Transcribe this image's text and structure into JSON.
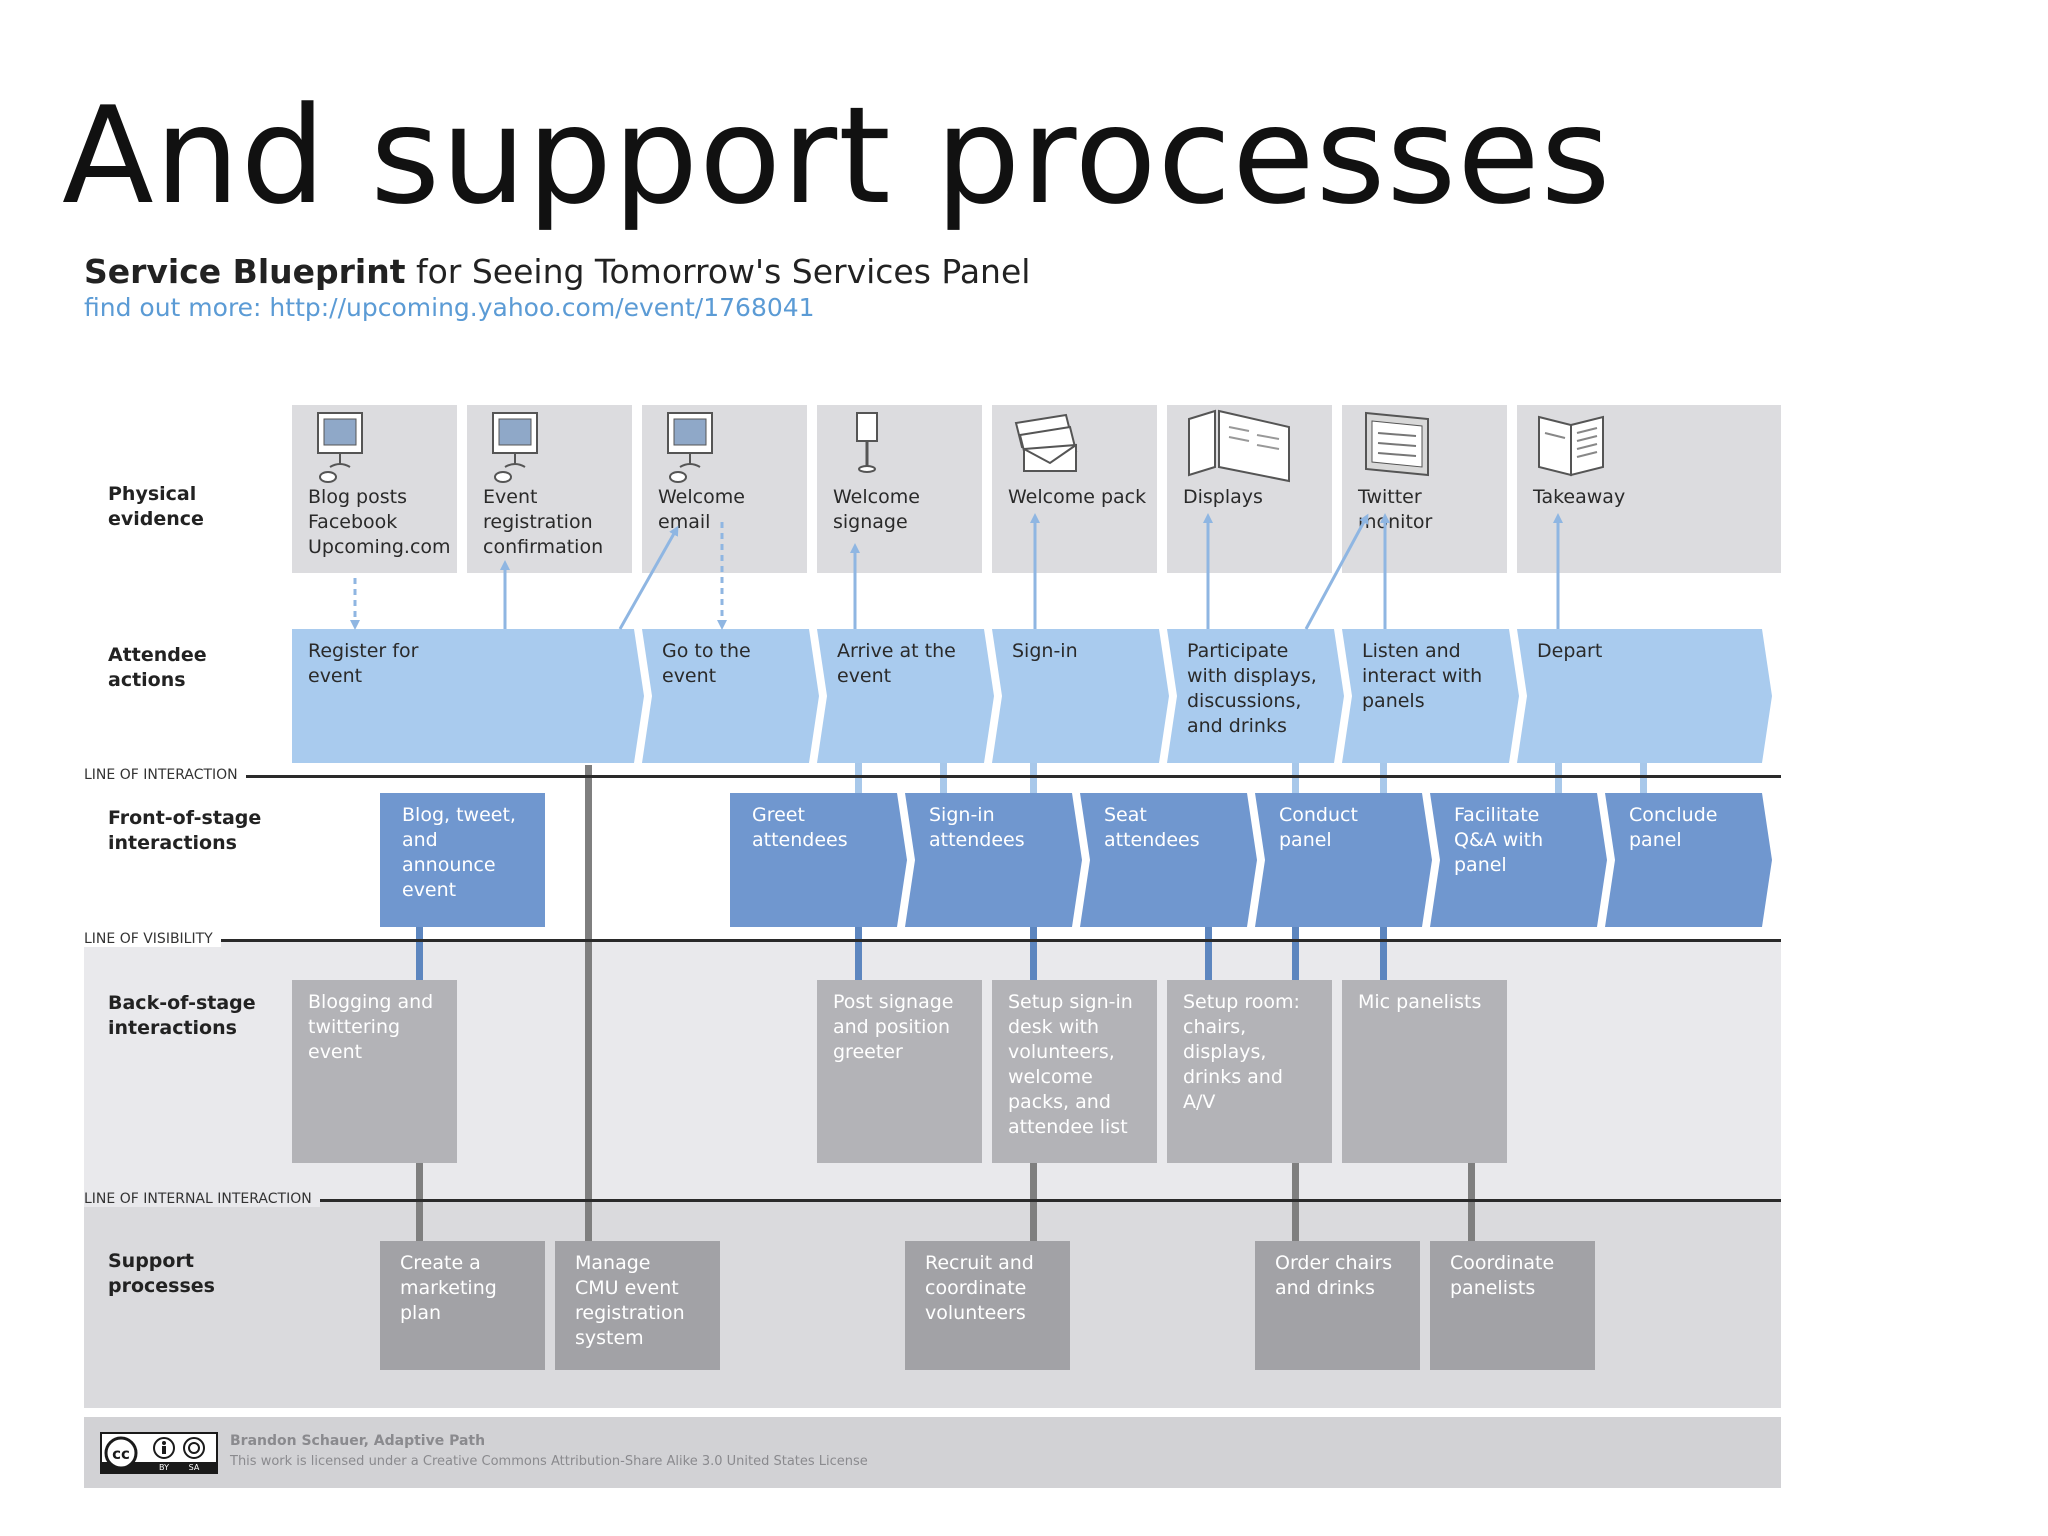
{
  "slide": {
    "title": "And support processes"
  },
  "blueprint": {
    "heading_bold": "Service Blueprint",
    "heading_rest": " for Seeing Tomorrow's Services Panel",
    "link": "find out more: http://upcoming.yahoo.com/event/1768041"
  },
  "rows": {
    "physical_evidence": "Physical\nevidence",
    "attendee_actions": "Attendee\nactions",
    "front_of_stage": "Front-of-stage\ninteractions",
    "back_of_stage": "Back-of-stage\ninteractions",
    "support_processes": "Support\nprocesses"
  },
  "lines": {
    "interaction": "LINE OF INTERACTION",
    "visibility": "LINE OF VISIBILITY",
    "internal": "LINE OF INTERNAL INTERACTION"
  },
  "physical_evidence": [
    {
      "text": "Blog posts\nFacebook\nUpcoming.com",
      "icon": "computer-monitor-icon"
    },
    {
      "text": "Event\nregistration\nconfirmation",
      "icon": "computer-monitor-icon"
    },
    {
      "text": "Welcome email",
      "icon": "computer-monitor-icon"
    },
    {
      "text": "Welcome\nsignage",
      "icon": "sign-post-icon"
    },
    {
      "text": "Welcome pack",
      "icon": "envelope-pack-icon"
    },
    {
      "text": "Displays",
      "icon": "display-panels-icon"
    },
    {
      "text": "Twitter monitor",
      "icon": "flat-monitor-icon"
    },
    {
      "text": "Takeaway",
      "icon": "booklet-icon"
    }
  ],
  "attendee_actions": [
    "Register for\nevent",
    "Go to the event",
    "Arrive at the\nevent",
    "Sign-in",
    "Participate\nwith displays,\ndiscussions,\nand drinks",
    "Listen and\ninteract with\npanels",
    "Depart"
  ],
  "front_of_stage": [
    "Blog, tweet,\nand announce\nevent",
    "Greet\nattendees",
    "Sign-in\nattendees",
    "Seat\nattendees",
    "Conduct\npanel",
    "Facilitate\nQ&A with\npanel",
    "Conclude\npanel"
  ],
  "back_of_stage": [
    "Blogging and\ntwittering\nevent",
    "Post signage\nand position\ngreeter",
    "Setup sign-in\ndesk with\nvolunteers,\nwelcome\npacks, and\nattendee list",
    "Setup room:\nchairs,\ndisplays,\ndrinks and\nA/V",
    "Mic panelists"
  ],
  "support_processes": [
    "Create a\nmarketing\nplan",
    "Manage\nCMU event\nregistration\nsystem",
    "Recruit and\ncoordinate\nvolunteers",
    "Order chairs\nand drinks",
    "Coordinate\npanelists"
  ],
  "footer": {
    "author": "Brandon Schauer, Adaptive Path",
    "license": "This work is licensed under a Creative Commons Attribution-Share Alike 3.0 United States License",
    "badge": {
      "cc": "cc",
      "by": "BY",
      "sa": "SA"
    }
  },
  "colors": {
    "attendee_fill": "#a9cbee",
    "front_stage_fill": "#7097cf",
    "arrow_blue": "#8fb6e2"
  }
}
